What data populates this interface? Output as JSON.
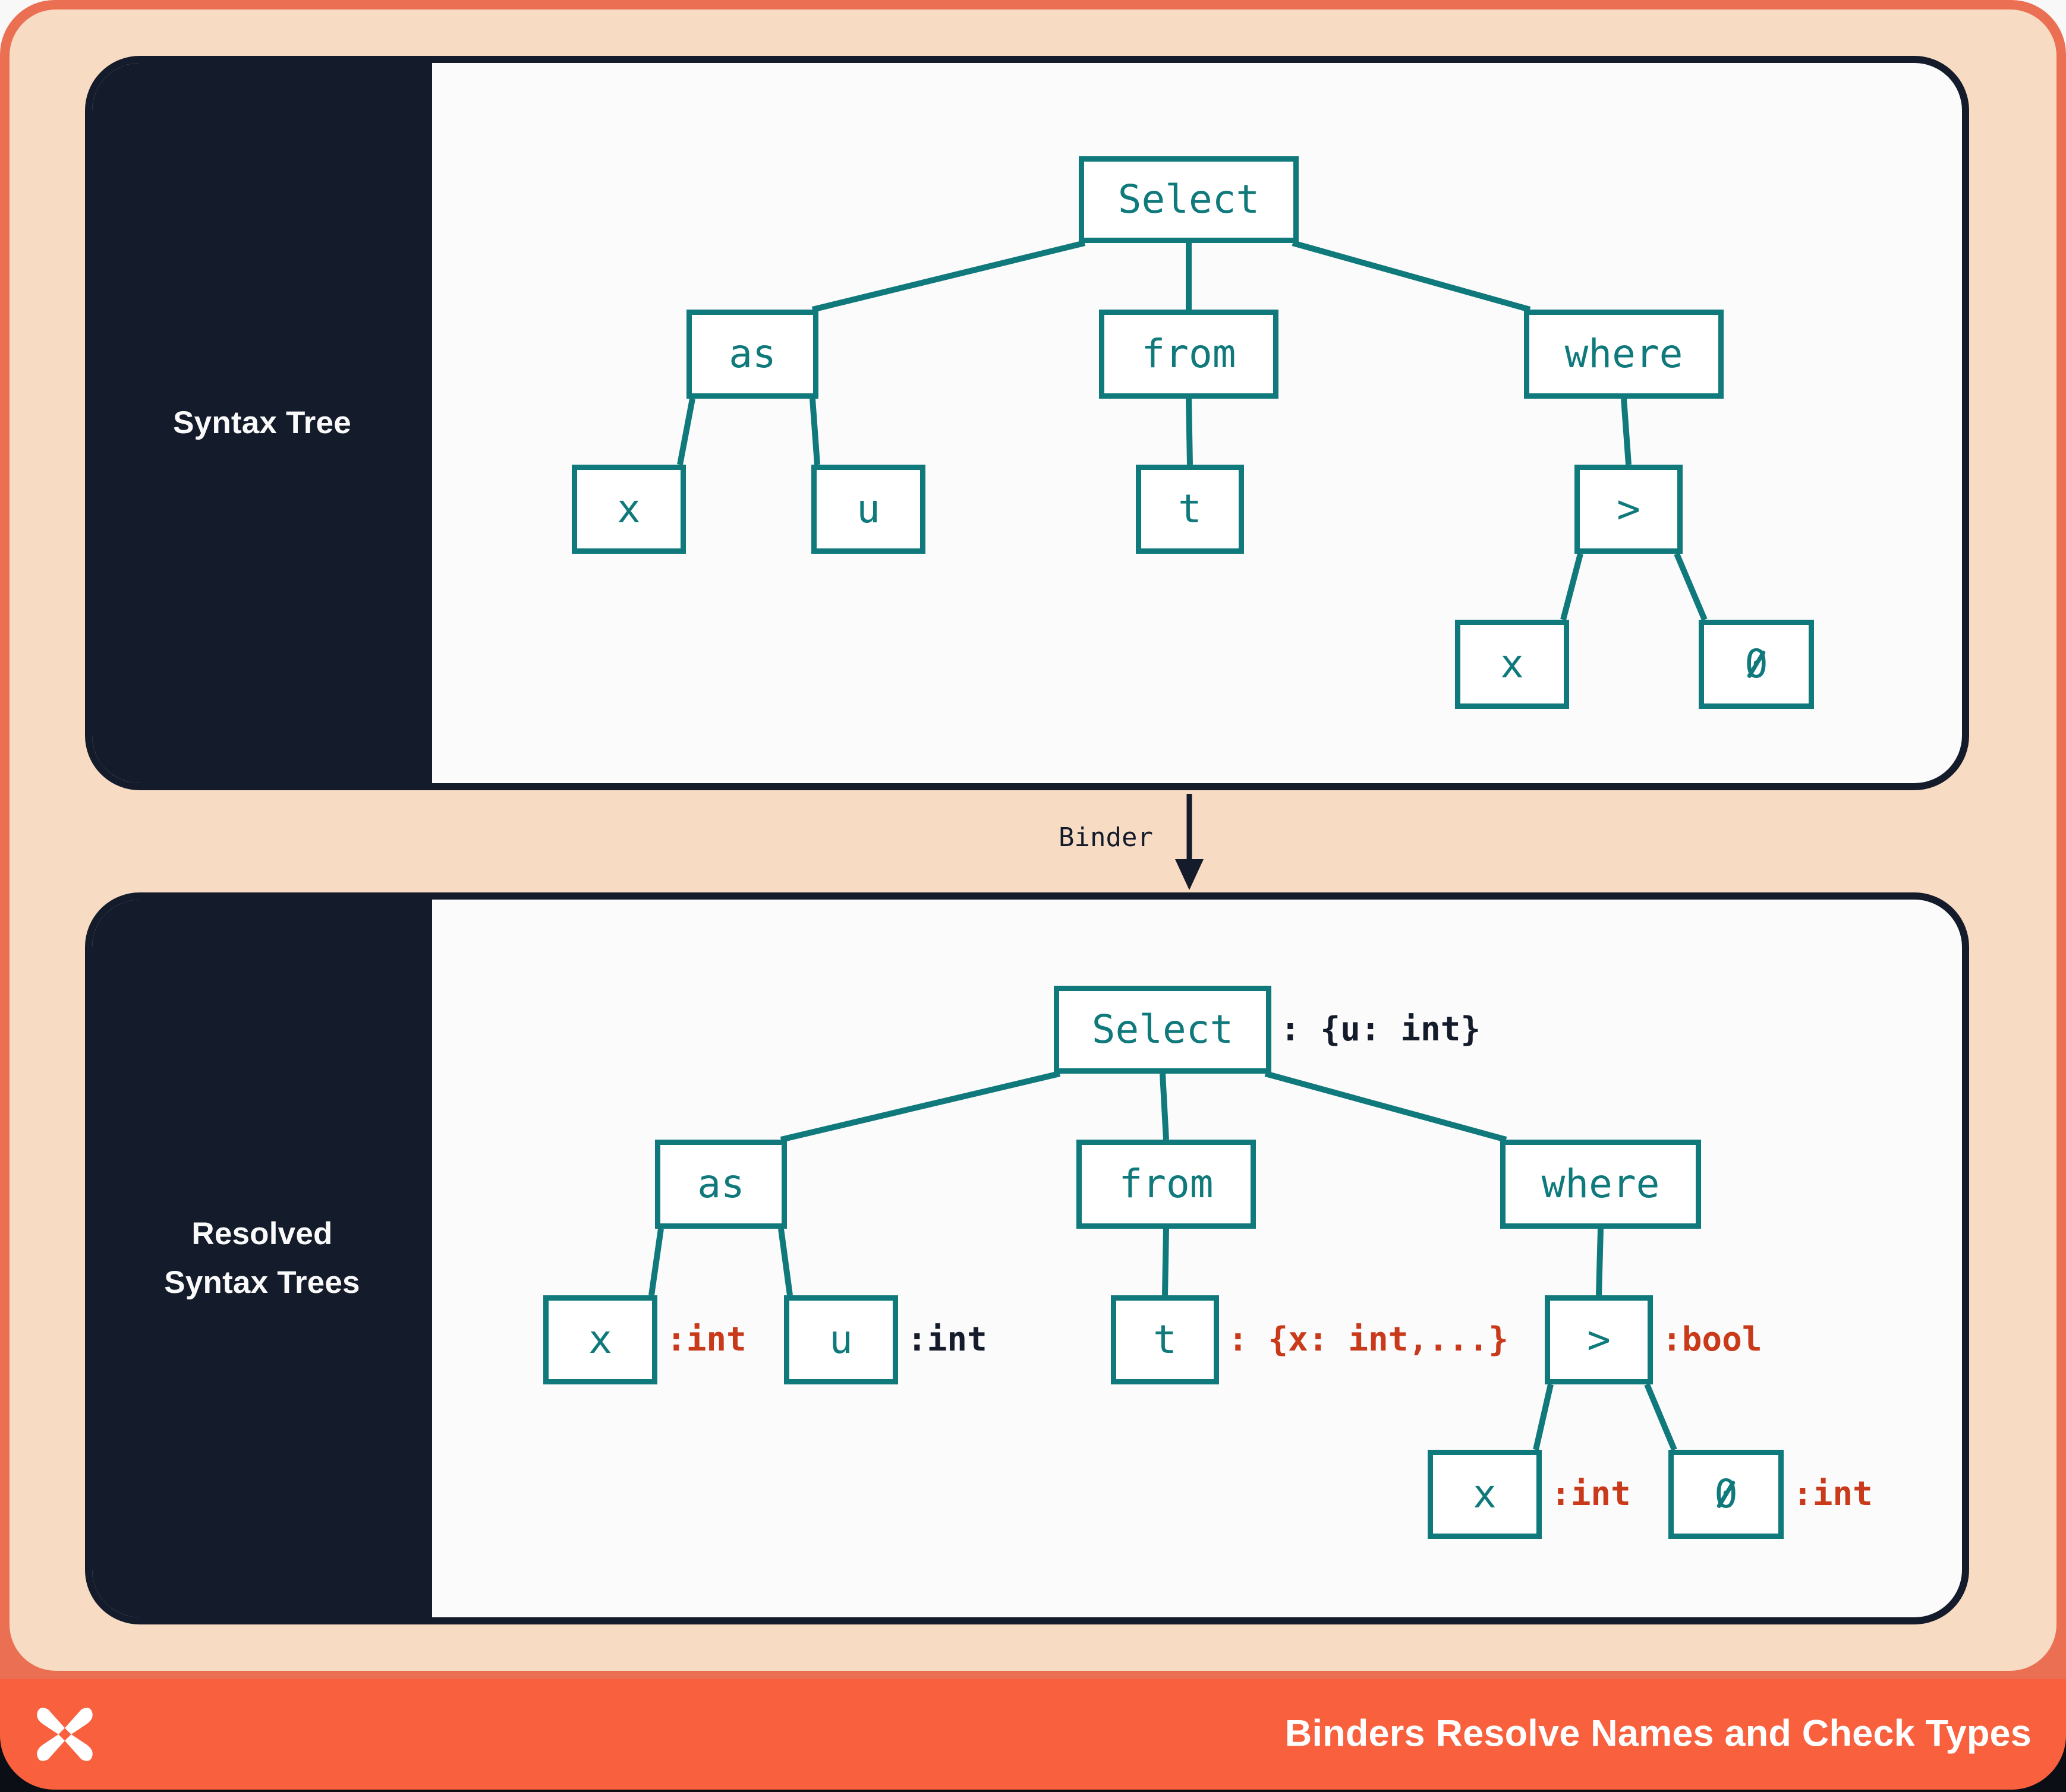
{
  "colors": {
    "frame_salmon": "#eb7053",
    "peach": "#f8dbc3",
    "footer_orange": "#f8603e",
    "navy": "#141b2b",
    "teal": "#10797b",
    "type_red": "#c93a1b",
    "card_bg": "#fbfbfb",
    "page_bg": "#f8f8f8"
  },
  "panels": [
    {
      "id": "syntax",
      "label_lines": [
        "Syntax Tree"
      ]
    },
    {
      "id": "resolved",
      "label_lines": [
        "Resolved",
        "Syntax Trees"
      ]
    }
  ],
  "arrow": {
    "label": "Binder"
  },
  "trees": {
    "syntax": {
      "nodes": [
        {
          "id": "select",
          "label": "Select"
        },
        {
          "id": "as",
          "label": "as"
        },
        {
          "id": "from",
          "label": "from"
        },
        {
          "id": "where",
          "label": "where"
        },
        {
          "id": "x1",
          "label": "x"
        },
        {
          "id": "u",
          "label": "u"
        },
        {
          "id": "t",
          "label": "t"
        },
        {
          "id": "gt",
          "label": ">"
        },
        {
          "id": "x2",
          "label": "x"
        },
        {
          "id": "zero",
          "label": "0"
        }
      ]
    },
    "resolved": {
      "nodes": [
        {
          "id": "select",
          "label": "Select",
          "annotation": ": {u: int}",
          "annotation_color": "dark"
        },
        {
          "id": "as",
          "label": "as"
        },
        {
          "id": "from",
          "label": "from"
        },
        {
          "id": "where",
          "label": "where"
        },
        {
          "id": "x1",
          "label": "x",
          "annotation": ":int",
          "annotation_color": "red"
        },
        {
          "id": "u",
          "label": "u",
          "annotation": ":int",
          "annotation_color": "dark"
        },
        {
          "id": "t",
          "label": "t",
          "annotation": ": {x: int,...}",
          "annotation_color": "red"
        },
        {
          "id": "gt",
          "label": ">",
          "annotation": ":bool",
          "annotation_color": "red"
        },
        {
          "id": "x2",
          "label": "x",
          "annotation": ":int",
          "annotation_color": "red"
        },
        {
          "id": "zero",
          "label": "0",
          "annotation": ":int",
          "annotation_color": "red"
        }
      ]
    }
  },
  "footer": {
    "title": "Binders Resolve Names and Check Types",
    "logo": "x-star-logo"
  }
}
